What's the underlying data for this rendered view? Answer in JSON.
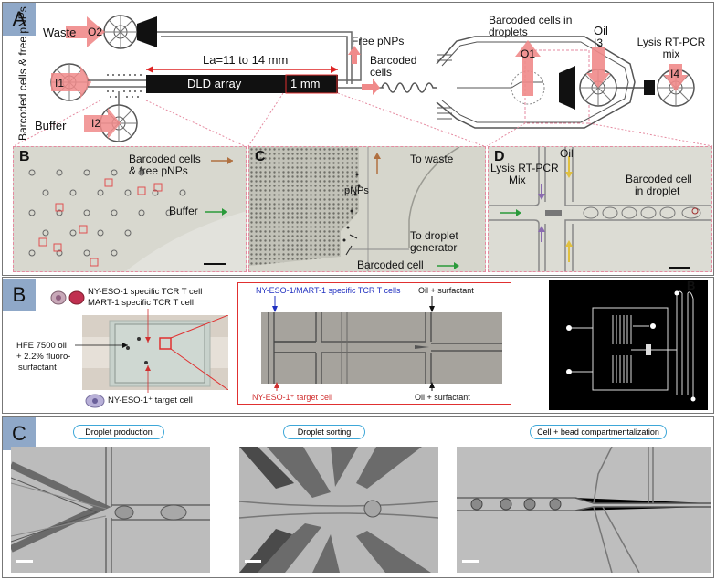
{
  "panelA": {
    "label": "A",
    "waste": "Waste",
    "o2": "O2",
    "inlet_label": "Barcoded cells & free pNPs",
    "i1": "I1",
    "buffer": "Buffer",
    "i2": "I2",
    "la": "La=11 to 14 mm",
    "dld": "DLD array",
    "mm": "1 mm",
    "free_pnps": "Free pNPs",
    "barcoded_cells": "Barcoded cells",
    "barcoded_in_droplets": "Barcoded cells in droplets",
    "o1": "O1",
    "oil": "Oil",
    "i3": "I3",
    "lysis": "Lysis RT-PCR mix",
    "i4": "I4",
    "sub_b": {
      "label": "B",
      "text1": "Barcoded cells",
      "text2": "& free pNPs",
      "buffer": "Buffer"
    },
    "sub_c": {
      "label": "C",
      "waste": "To waste",
      "pnps": "pNPs",
      "droplet1": "To droplet",
      "droplet2": "generator",
      "cell": "Barcoded cell"
    },
    "sub_d": {
      "label": "D",
      "oil": "Oil",
      "lysis1": "Lysis RT-PCR",
      "lysis2": "Mix",
      "cell1": "Barcoded cell",
      "cell2": "in droplet"
    }
  },
  "panelB": {
    "label": "B",
    "ny_specific": "NY-ESO-1 specific TCR T cell",
    "mart_specific": "MART-1 specific TCR T cell",
    "hfe1": "HFE 7500 oil",
    "hfe2": "+ 2.2% fluoro-",
    "hfe3": "surfactant",
    "target": "NY-ESO-1⁺ target cell",
    "blue_label": "NY-ESO-1/MART-1 specific TCR T cells",
    "oil_surf_top": "Oil + surfactant",
    "red_label": "NY-ESO-1⁺ target cell",
    "oil_surf_bottom": "Oil + surfactant",
    "inner_b": "B"
  },
  "panelC": {
    "label": "C",
    "pill1": "Droplet production",
    "pill2": "Droplet sorting",
    "pill3": "Cell + bead compartmentalization"
  }
}
